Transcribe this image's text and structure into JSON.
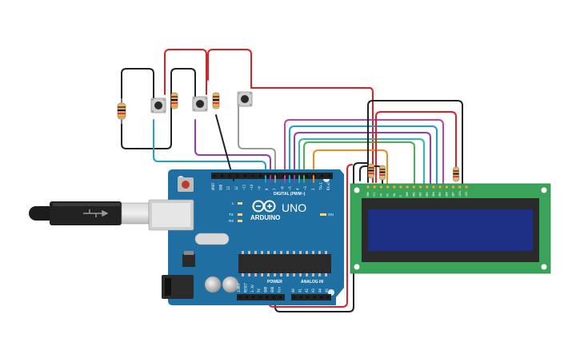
{
  "board": {
    "brand": "ARDUINO",
    "model": "UNO",
    "digital_label": "DIGITAL (PWM~)",
    "power_label": "POWER",
    "analog_label": "ANALOG IN",
    "led_l": "L",
    "led_tx": "TX",
    "led_rx": "RX",
    "led_on": "ON",
    "digital_pins": [
      "AREF",
      "GND",
      "13",
      "12",
      "~11",
      "~10",
      "~9",
      "8",
      "7",
      "~6",
      "~5",
      "4",
      "~3",
      "2",
      "TX▸1",
      "RX◂0"
    ],
    "power_pins": [
      "IOREF",
      "RESET",
      "3.3V",
      "5V",
      "GND",
      "GND",
      "Vin"
    ],
    "analog_pins": [
      "A0",
      "A1",
      "A2",
      "A3",
      "A4",
      "A5"
    ]
  },
  "lcd": {
    "pins": [
      "GND",
      "VCC",
      "V0",
      "RS",
      "RW",
      "E",
      "DB0",
      "DB1",
      "DB2",
      "DB3",
      "DB4",
      "DB5",
      "DB6",
      "DB7",
      "LED+",
      "LED-"
    ]
  },
  "colors": {
    "board": "#1f6fa3",
    "lcd_pcb": "#3aa35a",
    "lcd_screen": "#1d2f82",
    "wire_red": "#e02020",
    "wire_black": "#222222",
    "wire_gray": "#9a9a9a",
    "wire_blue": "#1e9fd6",
    "wire_purple": "#8e3fb5",
    "wire_magenta": "#c2429e",
    "wire_teal": "#2cb9b0",
    "wire_green": "#4cb04c",
    "wire_orange": "#f08c1c"
  },
  "components": {
    "pushbuttons": [
      "button-1",
      "button-2",
      "button-3"
    ],
    "resistors": [
      "resistor-1",
      "resistor-2",
      "resistor-3",
      "resistor-4",
      "resistor-5",
      "resistor-6"
    ]
  }
}
